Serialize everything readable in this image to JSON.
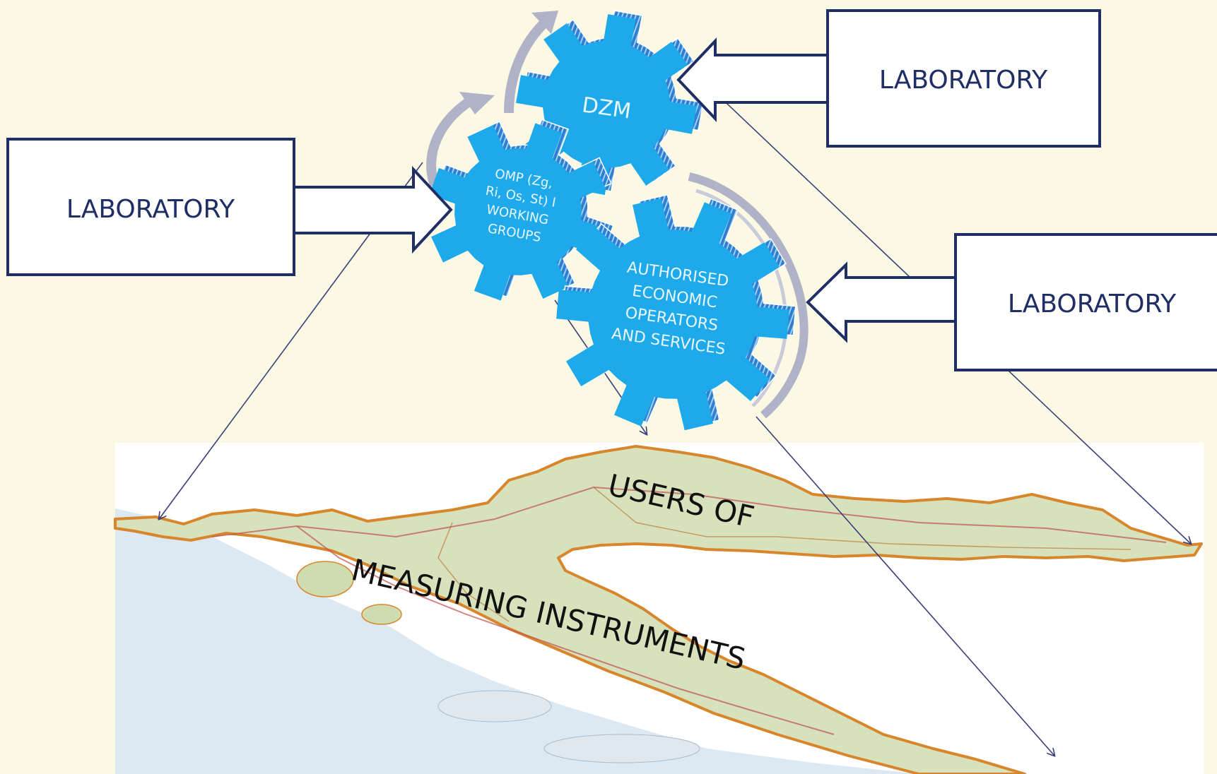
{
  "colors": {
    "background": "#fbf9e4",
    "box_border": "#1f2f66",
    "box_fill": "#ffffff",
    "gear_fill": "#1eaaea",
    "gear_tooth_fill": "#3b84d4",
    "cycle_arrow": "#b0b3c8",
    "connector_line": "#3a3f7a",
    "map_sea": "#dce9f3",
    "map_land": "#d7e2bd",
    "map_coast": "#d8862c"
  },
  "laboratories": {
    "left": "LABORATORY",
    "top_right": "LABORATORY",
    "right": "LABORATORY"
  },
  "gears": {
    "dzm": "DZM",
    "omp": [
      "OMP  (Zg,",
      "Ri, Os, St) I",
      "WORKING",
      "GROUPS"
    ],
    "operators": [
      "AUTHORISED",
      "ECONOMIC",
      "OPERATORS",
      "AND SERVICES"
    ]
  },
  "map": {
    "label_line1": "USERS OF",
    "label_line2": "MEASURING INSTRUMENTS"
  }
}
